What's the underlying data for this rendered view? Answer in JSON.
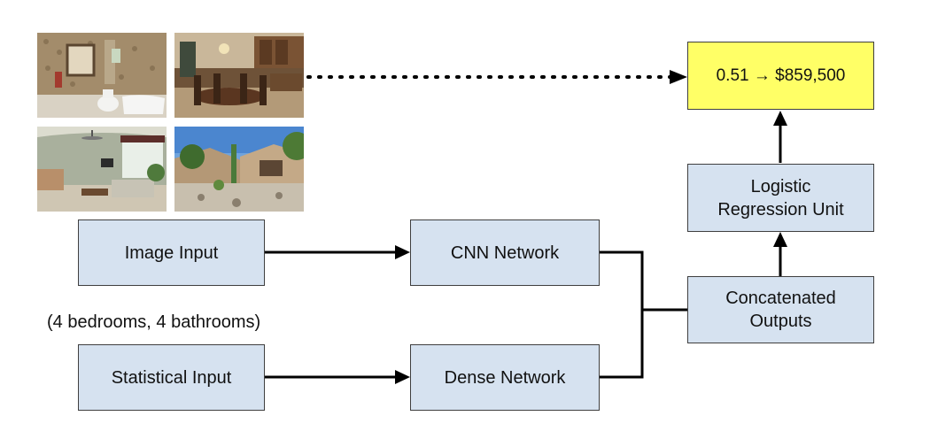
{
  "colors": {
    "box_fill": "#d6e2f0",
    "output_fill": "#ffff66",
    "line": "#000000"
  },
  "photos": [
    {
      "id": "photo-bathroom",
      "icon": "bathroom-photo"
    },
    {
      "id": "photo-dining-kitchen",
      "icon": "dining-kitchen-photo"
    },
    {
      "id": "photo-living-room",
      "icon": "living-room-photo"
    },
    {
      "id": "photo-house-exterior",
      "icon": "house-exterior-photo"
    }
  ],
  "nodes": {
    "image_input": "Image Input",
    "statistical_input": "Statistical Input",
    "cnn_network": "CNN Network",
    "dense_network": "Dense Network",
    "concatenated_outputs": [
      "Concatenated",
      "Outputs"
    ],
    "logistic_regression": [
      "Logistic",
      "Regression Unit"
    ],
    "prediction": "0.51 → $859,500"
  },
  "stats_caption": "(4 bedrooms, 4 bathrooms)"
}
